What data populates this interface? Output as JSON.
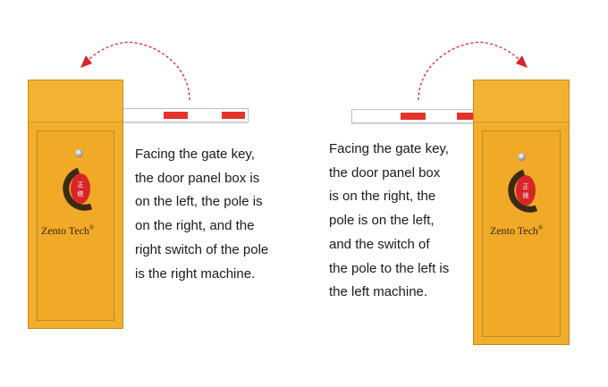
{
  "left_gate": {
    "brand": "Zento Tech",
    "brand_mark": "®",
    "caption_lines": [
      "Facing the gate key,",
      "the door panel box is",
      "on the left, the pole is",
      "on the right, and the",
      "right switch of the pole",
      "is the right machine."
    ]
  },
  "right_gate": {
    "brand": "Zento Tech",
    "brand_mark": "®",
    "caption_lines": [
      "Facing the gate key,",
      "the door panel box",
      "is on the right, the",
      "pole is on the left,",
      "and the switch of",
      "the pole to the left is",
      "the left machine."
    ]
  },
  "colors": {
    "cabinet": "#f1ad2c",
    "stripe": "#e5332a",
    "arrow": "#d7262a"
  },
  "icons": [
    "logo-emblem-icon",
    "keyhole-lock-icon",
    "rotation-arrow-icon"
  ]
}
